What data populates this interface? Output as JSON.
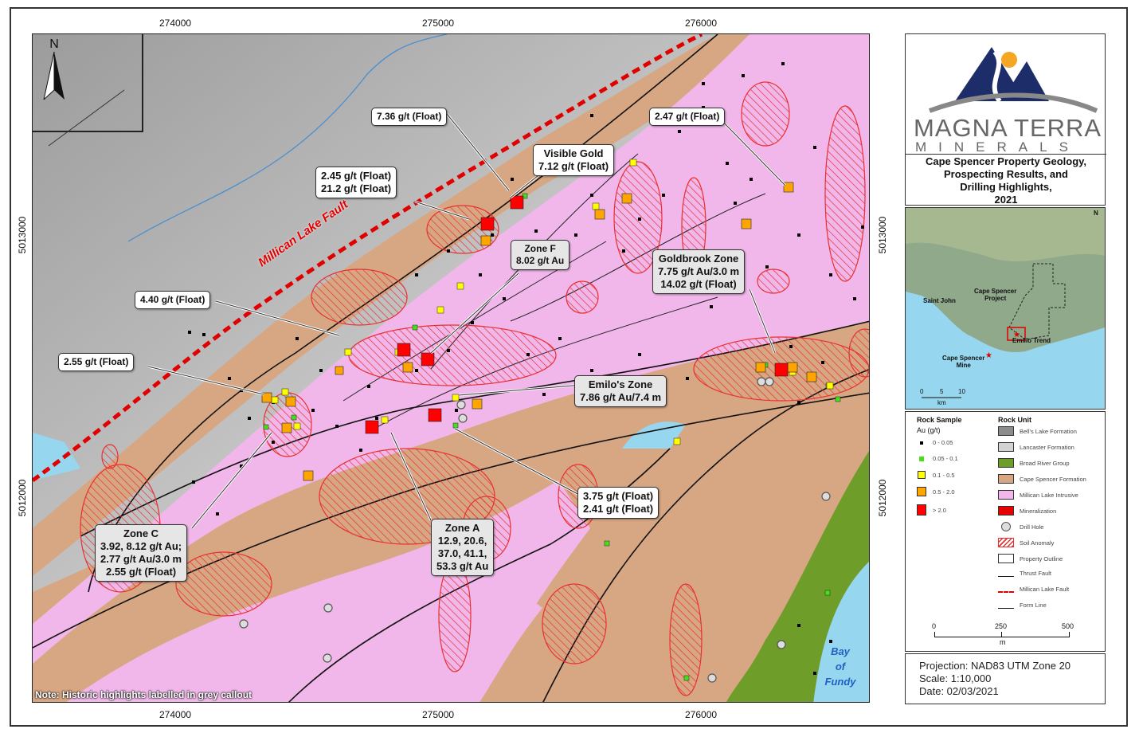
{
  "coords": {
    "x_ticks": [
      "274000",
      "275000",
      "276000"
    ],
    "y_ticks": [
      "5013000",
      "5012000"
    ]
  },
  "map": {
    "north": "N",
    "fault_label": "Millican Lake Fault",
    "note": "Note: Historic highlights labelled in grey callout",
    "water_label": [
      "Bay",
      "of",
      "Fundy"
    ],
    "colors": {
      "hillshade": "#b4b4b4",
      "intrusive": "#f1b7ea",
      "cape_spencer": "#d7a783",
      "broad_river": "#7aa837",
      "water": "#97d6ef",
      "mineralization": "#e60000",
      "fault": "#e00000"
    },
    "callouts": [
      {
        "text": "7.36 g/t (Float)",
        "historic": false
      },
      {
        "text": "Visible Gold\n7.12 g/t (Float)",
        "historic": false
      },
      {
        "text": "2.47 g/t (Float)",
        "historic": false
      },
      {
        "text": "2.45 g/t (Float)\n21.2 g/t (Float)",
        "historic": false
      },
      {
        "text": "Zone F\n8.02 g/t Au",
        "historic": true
      },
      {
        "text": "Goldbrook Zone\n7.75 g/t Au/3.0 m\n14.02 g/t (Float)",
        "historic": true
      },
      {
        "text": "4.40 g/t (Float)",
        "historic": false
      },
      {
        "text": "2.55 g/t (Float)",
        "historic": false
      },
      {
        "text": "Emilo's Zone\n7.86 g/t Au/7.4 m",
        "historic": true
      },
      {
        "text": "3.75 g/t (Float)\n2.41 g/t (Float)",
        "historic": false
      },
      {
        "text": "Zone A\n12.9, 20.6,\n37.0, 41.1,\n53.3 g/t Au",
        "historic": true
      },
      {
        "text": "Zone C\n3.92, 8.12 g/t Au;\n2.77 g/t Au/3.0 m\n2.55 g/t (Float)",
        "historic": true
      }
    ]
  },
  "sidebar": {
    "logo": {
      "line1": "MAGNA TERRA",
      "line2": "MINERALS"
    },
    "title": "Cape Spencer Property Geology,\nProspecting Results, and\nDrilling Highlights,\n2021",
    "inset": {
      "north": "N",
      "labels": [
        "Saint John",
        "Cape Spencer\nProject",
        "Emilio Trend",
        "Cape Spencer\nMine"
      ],
      "scale": [
        "0",
        "5",
        "10"
      ],
      "unit": "km"
    },
    "legend": {
      "rock_sample_title": "Rock Sample",
      "rock_sample_unit": "Au (g/t)",
      "rock_samples": [
        {
          "label": "0 - 0.05",
          "color": "#000000"
        },
        {
          "label": "0.05 - 0.1",
          "color": "#44e01c"
        },
        {
          "label": "0.1 - 0.5",
          "color": "#ffff00"
        },
        {
          "label": "0.5 - 2.0",
          "color": "#ffa500"
        },
        {
          "label": "> 2.0",
          "color": "#ff0000"
        }
      ],
      "rock_unit_title": "Rock Unit",
      "rock_units": [
        {
          "label": "Bell's Lake Formation",
          "color": "#8c8c8c"
        },
        {
          "label": "Lancaster Formation",
          "color": "#d3d3d3"
        },
        {
          "label": "Broad River Group",
          "color": "#6e9d2a"
        },
        {
          "label": "Cape Spencer Formation",
          "color": "#d7a783"
        },
        {
          "label": "Millican Lake Intrusive",
          "color": "#f1b7ea"
        },
        {
          "label": "Mineralization",
          "color": "#e60000"
        }
      ],
      "symbols": [
        {
          "label": "Drill Hole"
        },
        {
          "label": "Soil Anomaly"
        },
        {
          "label": "Property Outline"
        },
        {
          "label": "Thrust Fault"
        },
        {
          "label": "Millican Lake Fault"
        },
        {
          "label": "Form Line"
        }
      ]
    },
    "scalebar": {
      "ticks": [
        "0",
        "250",
        "500"
      ],
      "unit": "m"
    },
    "projection": "Projection: NAD83 UTM Zone 20",
    "scale": "Scale: 1:10,000",
    "date": "Date: 02/03/2021"
  }
}
